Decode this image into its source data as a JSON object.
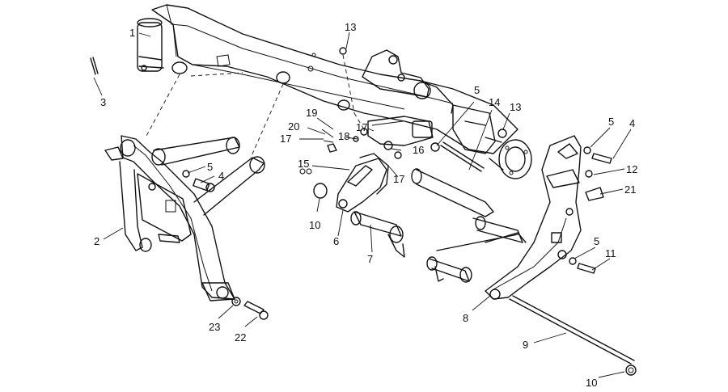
{
  "callouts": {
    "c1": "1",
    "c2": "2",
    "c3": "3",
    "c4a": "4",
    "c4b": "4",
    "c5a": "5",
    "c5b": "5",
    "c5c": "5",
    "c5d": "5",
    "c6": "6",
    "c7": "7",
    "c8": "8",
    "c9": "9",
    "c10a": "10",
    "c10b": "10",
    "c11": "11",
    "c12": "12",
    "c13a": "13",
    "c13b": "13",
    "c14": "14",
    "c15": "15",
    "c16": "16",
    "c17a": "17",
    "c17b": "17",
    "c17c": "17",
    "c18": "18",
    "c19": "19",
    "c20": "20",
    "c21": "21",
    "c22": "22",
    "c23": "23"
  }
}
